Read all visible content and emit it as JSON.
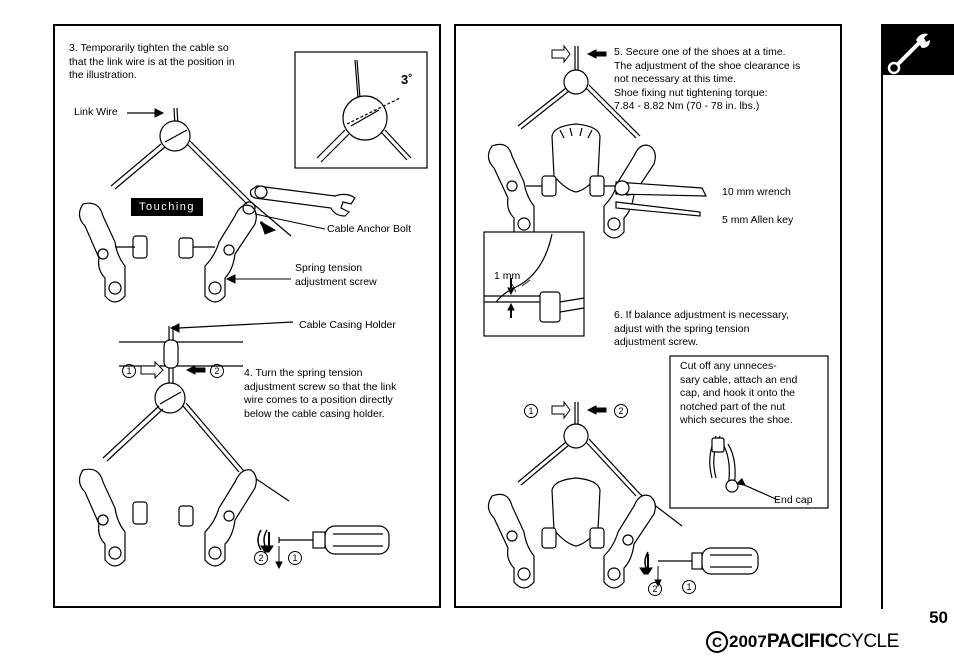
{
  "left_panel": {
    "step3_text": "3. Temporarily tighten the cable so\nthat the link wire is at the position in\nthe illustration.",
    "link_wire_label": "Link Wire",
    "angle_label": "3˚",
    "touching_label": "Touching",
    "cable_anchor_label": "Cable Anchor Bolt",
    "spring_tension_label": "Spring tension\nadjustment screw",
    "cable_casing_label": "Cable Casing Holder",
    "step4_text": "4.  Turn the spring tension\nadjustment screw so that the link\nwire comes to a position directly\nbelow the cable casing holder.",
    "marker_1": "1",
    "marker_2": "2",
    "driver_marker_2": "2",
    "driver_marker_1": "1"
  },
  "right_panel": {
    "step5_text": "5. Secure one of the shoes at a time.\nThe adjustment of the shoe clearance is\nnot necessary at this time.\nShoe fixing nut tightening torque:\n7.84 - 8.82 Nm (70 - 78 in. lbs.)",
    "wrench_label": "10 mm wrench",
    "allen_label": "5 mm Allen key",
    "clearance_label": "1 mm",
    "step6_text": "6. If balance adjustment is necessary,\nadjust with the spring tension\nadjustment screw.",
    "note_text": "Cut off any unneces-\nsary cable, attach an end\ncap, and hook it onto the\nnotched part of the nut\nwhich secures the shoe.",
    "end_cap_label": "End cap",
    "marker_1": "1",
    "marker_2": "2",
    "driver_marker_2": "2",
    "driver_marker_1": "1"
  },
  "page_number": "50",
  "footer": {
    "copyright_symbol": "C",
    "year": "2007",
    "brand_bold": "PACIFIC",
    "brand_light": "CYCLE"
  },
  "icons": [
    "wrench-icon"
  ]
}
